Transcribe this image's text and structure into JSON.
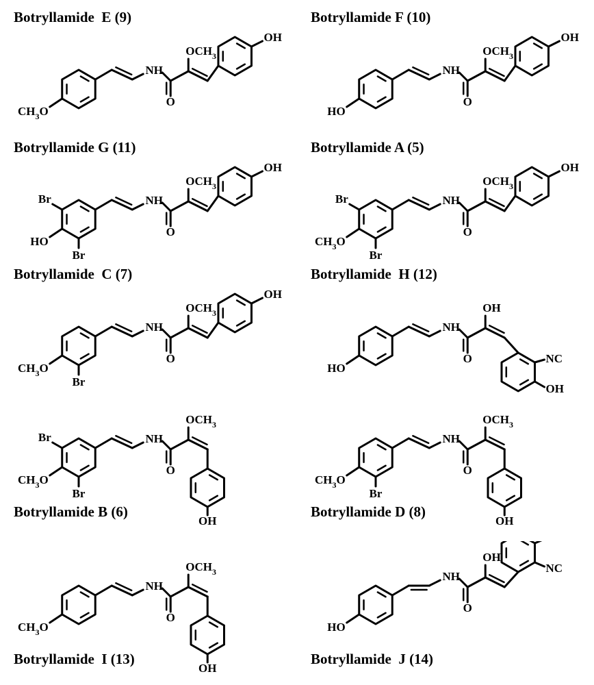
{
  "compounds": [
    {
      "key": "E",
      "name": "Botryllamide  E (9)",
      "title_pos": "top",
      "left_ring": "4-OMe",
      "enol": "OMe",
      "cis": false,
      "right": "up"
    },
    {
      "key": "F",
      "name": "Botryllamide F (10)",
      "title_pos": "top",
      "left_ring": "4-OH",
      "enol": "OMe",
      "cis": false,
      "right": "up"
    },
    {
      "key": "G",
      "name": "Botryllamide G (11)",
      "title_pos": "top",
      "left_ring": "35Br-4-OH",
      "enol": "OMe",
      "cis": false,
      "right": "up"
    },
    {
      "key": "A",
      "name": "Botryllamide A (5)",
      "title_pos": "top",
      "left_ring": "35Br-4-OMe",
      "enol": "OMe",
      "cis": false,
      "right": "up"
    },
    {
      "key": "C",
      "name": "Botryllamide  C (7)",
      "title_pos": "top",
      "left_ring": "3Br-4-OMe",
      "enol": "OMe",
      "cis": false,
      "right": "up"
    },
    {
      "key": "H",
      "name": "Botryllamide  H (12)",
      "title_pos": "top",
      "left_ring": "4-OH",
      "enol": "OH",
      "cis": false,
      "right": "nc-down"
    },
    {
      "key": "B",
      "name": "Botryllamide B (6)",
      "title_pos": "bottom",
      "left_ring": "35Br-4-OMe",
      "enol": "OMe",
      "cis": false,
      "right": "down"
    },
    {
      "key": "D",
      "name": "Botryllamide D (8)",
      "title_pos": "bottom",
      "left_ring": "3Br-4-OMe",
      "enol": "OMe",
      "cis": false,
      "right": "down"
    },
    {
      "key": "I",
      "name": "Botryllamide  I (13)",
      "title_pos": "bottom",
      "left_ring": "4-OMe",
      "enol": "OMe",
      "cis": false,
      "right": "down"
    },
    {
      "key": "J",
      "name": "Botryllamide  J (14)",
      "title_pos": "bottom",
      "left_ring": "4-OH",
      "enol": "OH",
      "cis": true,
      "right": "nc-up"
    }
  ],
  "atoms": {
    "methoxy": "CH3O",
    "hydroxy": "HO",
    "hydroxy_r": "OH",
    "bromo": "Br",
    "amide": "NH",
    "amide_j": "NH",
    "carbonyl": "O",
    "enol_ome": "OCH3",
    "enol_oh": "OH",
    "isonitrile": "NC"
  }
}
